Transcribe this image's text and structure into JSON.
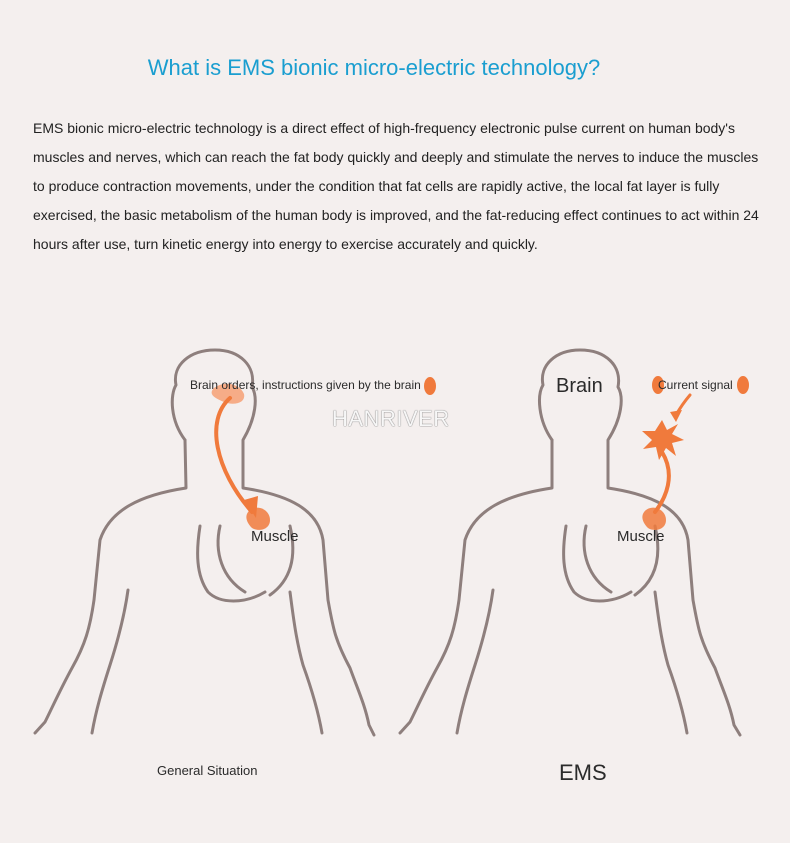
{
  "title": "What is EMS bionic micro-electric technology?",
  "description": "EMS bionic micro-electric technology is a direct effect of high-frequency electronic pulse current on human body's muscles and nerves, which can reach the fat body quickly and deeply and stimulate the nerves to induce the muscles to produce contraction movements, under the condition that fat cells are rapidly active, the local fat layer is fully exercised, the basic metabolism of the human body is improved, and the fat-reducing effect continues to act within 24 hours after use, turn kinetic energy into energy to exercise accurately and quickly.",
  "left": {
    "note": "Brain orders, instructions given by the brain",
    "muscle": "Muscle",
    "caption": "General Situation"
  },
  "right": {
    "brain": "Brain",
    "signal": "Current signal",
    "muscle": "Muscle",
    "caption": "EMS"
  },
  "watermark": "HANRIVER",
  "colors": {
    "title": "#1a9ed0",
    "accent": "#f07a3c",
    "outline": "#8e7f7d",
    "background": "#f4efee"
  }
}
